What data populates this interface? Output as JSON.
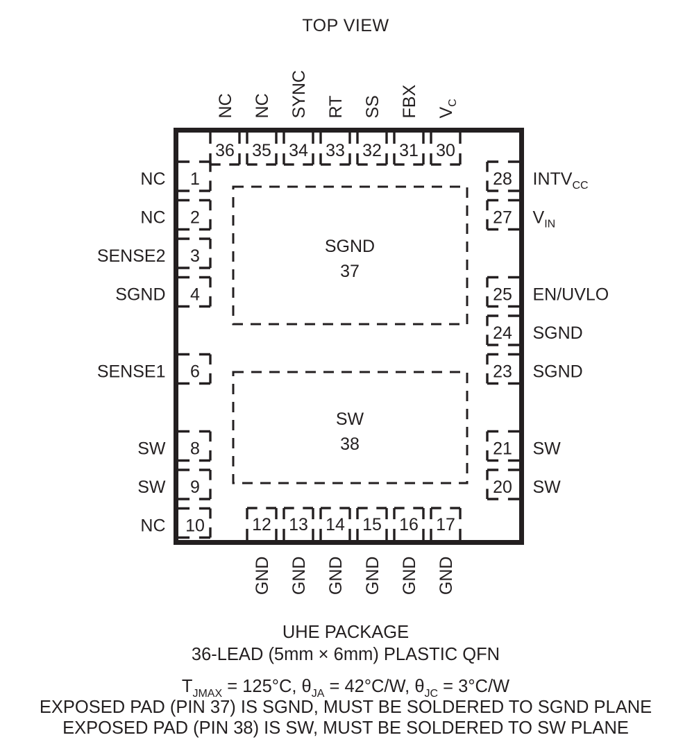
{
  "title": "TOP VIEW",
  "package": {
    "body_label_top": "UHE PACKAGE",
    "body_label_lead": "36-LEAD (5mm × 6mm) PLASTIC QFN"
  },
  "thermal": {
    "tjmax_sym": "T",
    "tjmax_sub": "JMAX",
    "tjmax_val": " = 125°C, ",
    "theta_ja_sym": "θ",
    "theta_ja_sub": "JA",
    "theta_ja_val": " = 42°C/W, ",
    "theta_jc_sym": "θ",
    "theta_jc_sub": "JC",
    "theta_jc_val": " = 3°C/W"
  },
  "notes": [
    "EXPOSED PAD (PIN 37) IS SGND, MUST BE SOLDERED TO SGND PLANE",
    "EXPOSED PAD (PIN 38) IS SW, MUST BE SOLDERED TO SW PLANE"
  ],
  "exposed_pads": [
    {
      "name": "SGND",
      "number": "37"
    },
    {
      "name": "SW",
      "number": "38"
    }
  ],
  "pins": {
    "top": [
      {
        "number": "36",
        "label": "NC"
      },
      {
        "number": "35",
        "label": "NC"
      },
      {
        "number": "34",
        "label": "SYNC"
      },
      {
        "number": "33",
        "label": "RT"
      },
      {
        "number": "32",
        "label": "SS"
      },
      {
        "number": "31",
        "label": "FBX"
      },
      {
        "number": "30",
        "label": "V",
        "sub": "C"
      }
    ],
    "left": [
      {
        "number": "1",
        "label": "NC"
      },
      {
        "number": "2",
        "label": "NC"
      },
      {
        "number": "3",
        "label": "SENSE2"
      },
      {
        "number": "4",
        "label": "SGND"
      },
      {
        "number": "6",
        "label": "SENSE1"
      },
      {
        "number": "8",
        "label": "SW"
      },
      {
        "number": "9",
        "label": "SW"
      },
      {
        "number": "10",
        "label": "NC"
      }
    ],
    "right": [
      {
        "number": "28",
        "label": "INTV",
        "sub": "CC"
      },
      {
        "number": "27",
        "label": "V",
        "sub": "IN"
      },
      {
        "number": "25",
        "label": "EN/UVLO"
      },
      {
        "number": "24",
        "label": "SGND"
      },
      {
        "number": "23",
        "label": "SGND"
      },
      {
        "number": "21",
        "label": "SW"
      },
      {
        "number": "20",
        "label": "SW"
      }
    ],
    "bottom": [
      {
        "number": "12",
        "label": "GND"
      },
      {
        "number": "13",
        "label": "GND"
      },
      {
        "number": "14",
        "label": "GND"
      },
      {
        "number": "15",
        "label": "GND"
      },
      {
        "number": "16",
        "label": "GND"
      },
      {
        "number": "17",
        "label": "GND"
      }
    ]
  },
  "colors": {
    "ink": "#231f20",
    "paper": "#ffffff"
  }
}
